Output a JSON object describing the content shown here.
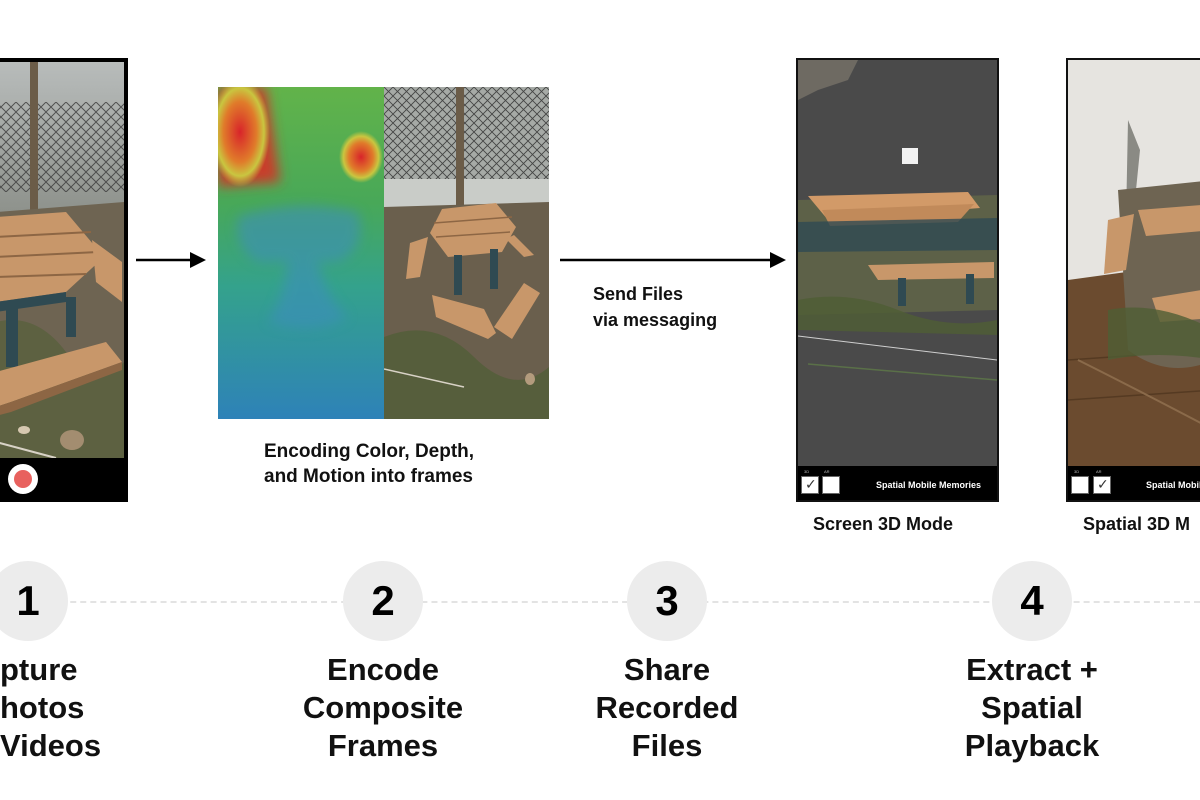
{
  "composite": {
    "caption_line1": "Encoding Color, Depth,",
    "caption_line2": "and Motion into frames"
  },
  "share_label": {
    "line1": "Send Files",
    "line2": "via messaging"
  },
  "phone_screen3d": {
    "label_3d": "3D",
    "label_ar": "AR",
    "brand": "Spatial Mobile Memories",
    "caption": "Screen 3D Mode"
  },
  "phone_spatial3d": {
    "label_3d": "3D",
    "label_ar": "AR",
    "brand": "Spatial Mobile",
    "caption": "Spatial 3D M"
  },
  "steps": [
    {
      "number": "1",
      "line1": "pture",
      "line2": "hotos",
      "line3": "Videos"
    },
    {
      "number": "2",
      "line1": "Encode",
      "line2": "Composite",
      "line3": "Frames"
    },
    {
      "number": "3",
      "line1": "Share",
      "line2": "Recorded",
      "line3": "Files"
    },
    {
      "number": "4",
      "line1": "Extract +",
      "line2": "Spatial",
      "line3": "Playback"
    }
  ],
  "colors": {
    "record_button": "#e8615e",
    "step_circle": "#ececec",
    "dark_bar": "#000000",
    "viewer_bg": "#4a4a4a"
  },
  "icons": [
    "record-button-icon",
    "checkmark-icon",
    "arrow-right-icon"
  ]
}
